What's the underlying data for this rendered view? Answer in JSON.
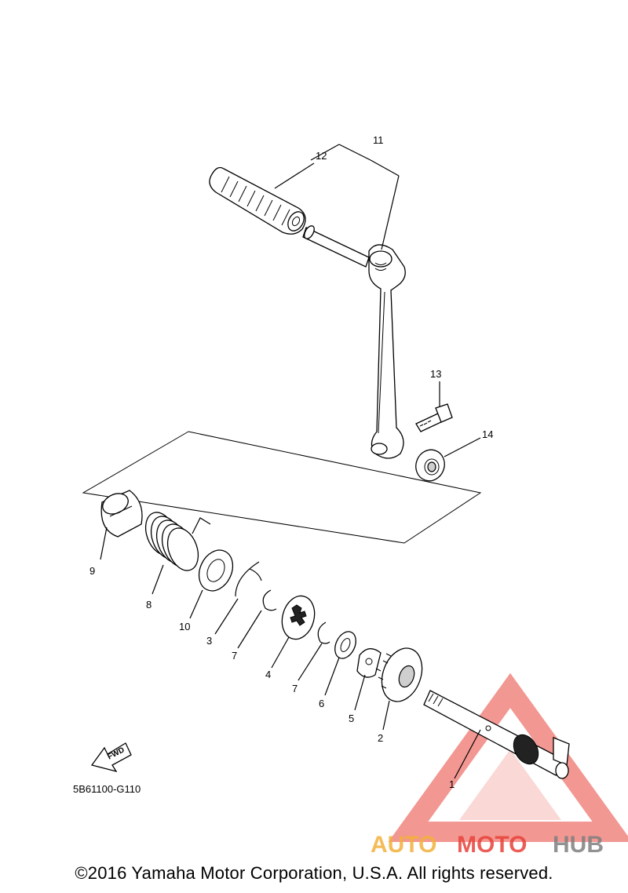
{
  "callouts": {
    "c1": "1",
    "c2": "2",
    "c3": "3",
    "c4": "4",
    "c5": "5",
    "c6": "6",
    "c7a": "7",
    "c7b": "7",
    "c8": "8",
    "c9": "9",
    "c10": "10",
    "c11": "11",
    "c12": "12",
    "c13": "13",
    "c14": "14"
  },
  "fwd_label": "FWD",
  "diagram_code": "5B61100-G110",
  "watermark": {
    "auto": "AUTO",
    "moto": "MOTO",
    "hub": "HUB"
  },
  "copyright": "©2016 Yamaha Motor Corporation, U.S.A. All rights reserved.",
  "colors": {
    "watermark_red": "#e8433a",
    "watermark_orange": "#f2b13a",
    "watermark_grey": "#7f7f7f",
    "line": "#000000"
  }
}
